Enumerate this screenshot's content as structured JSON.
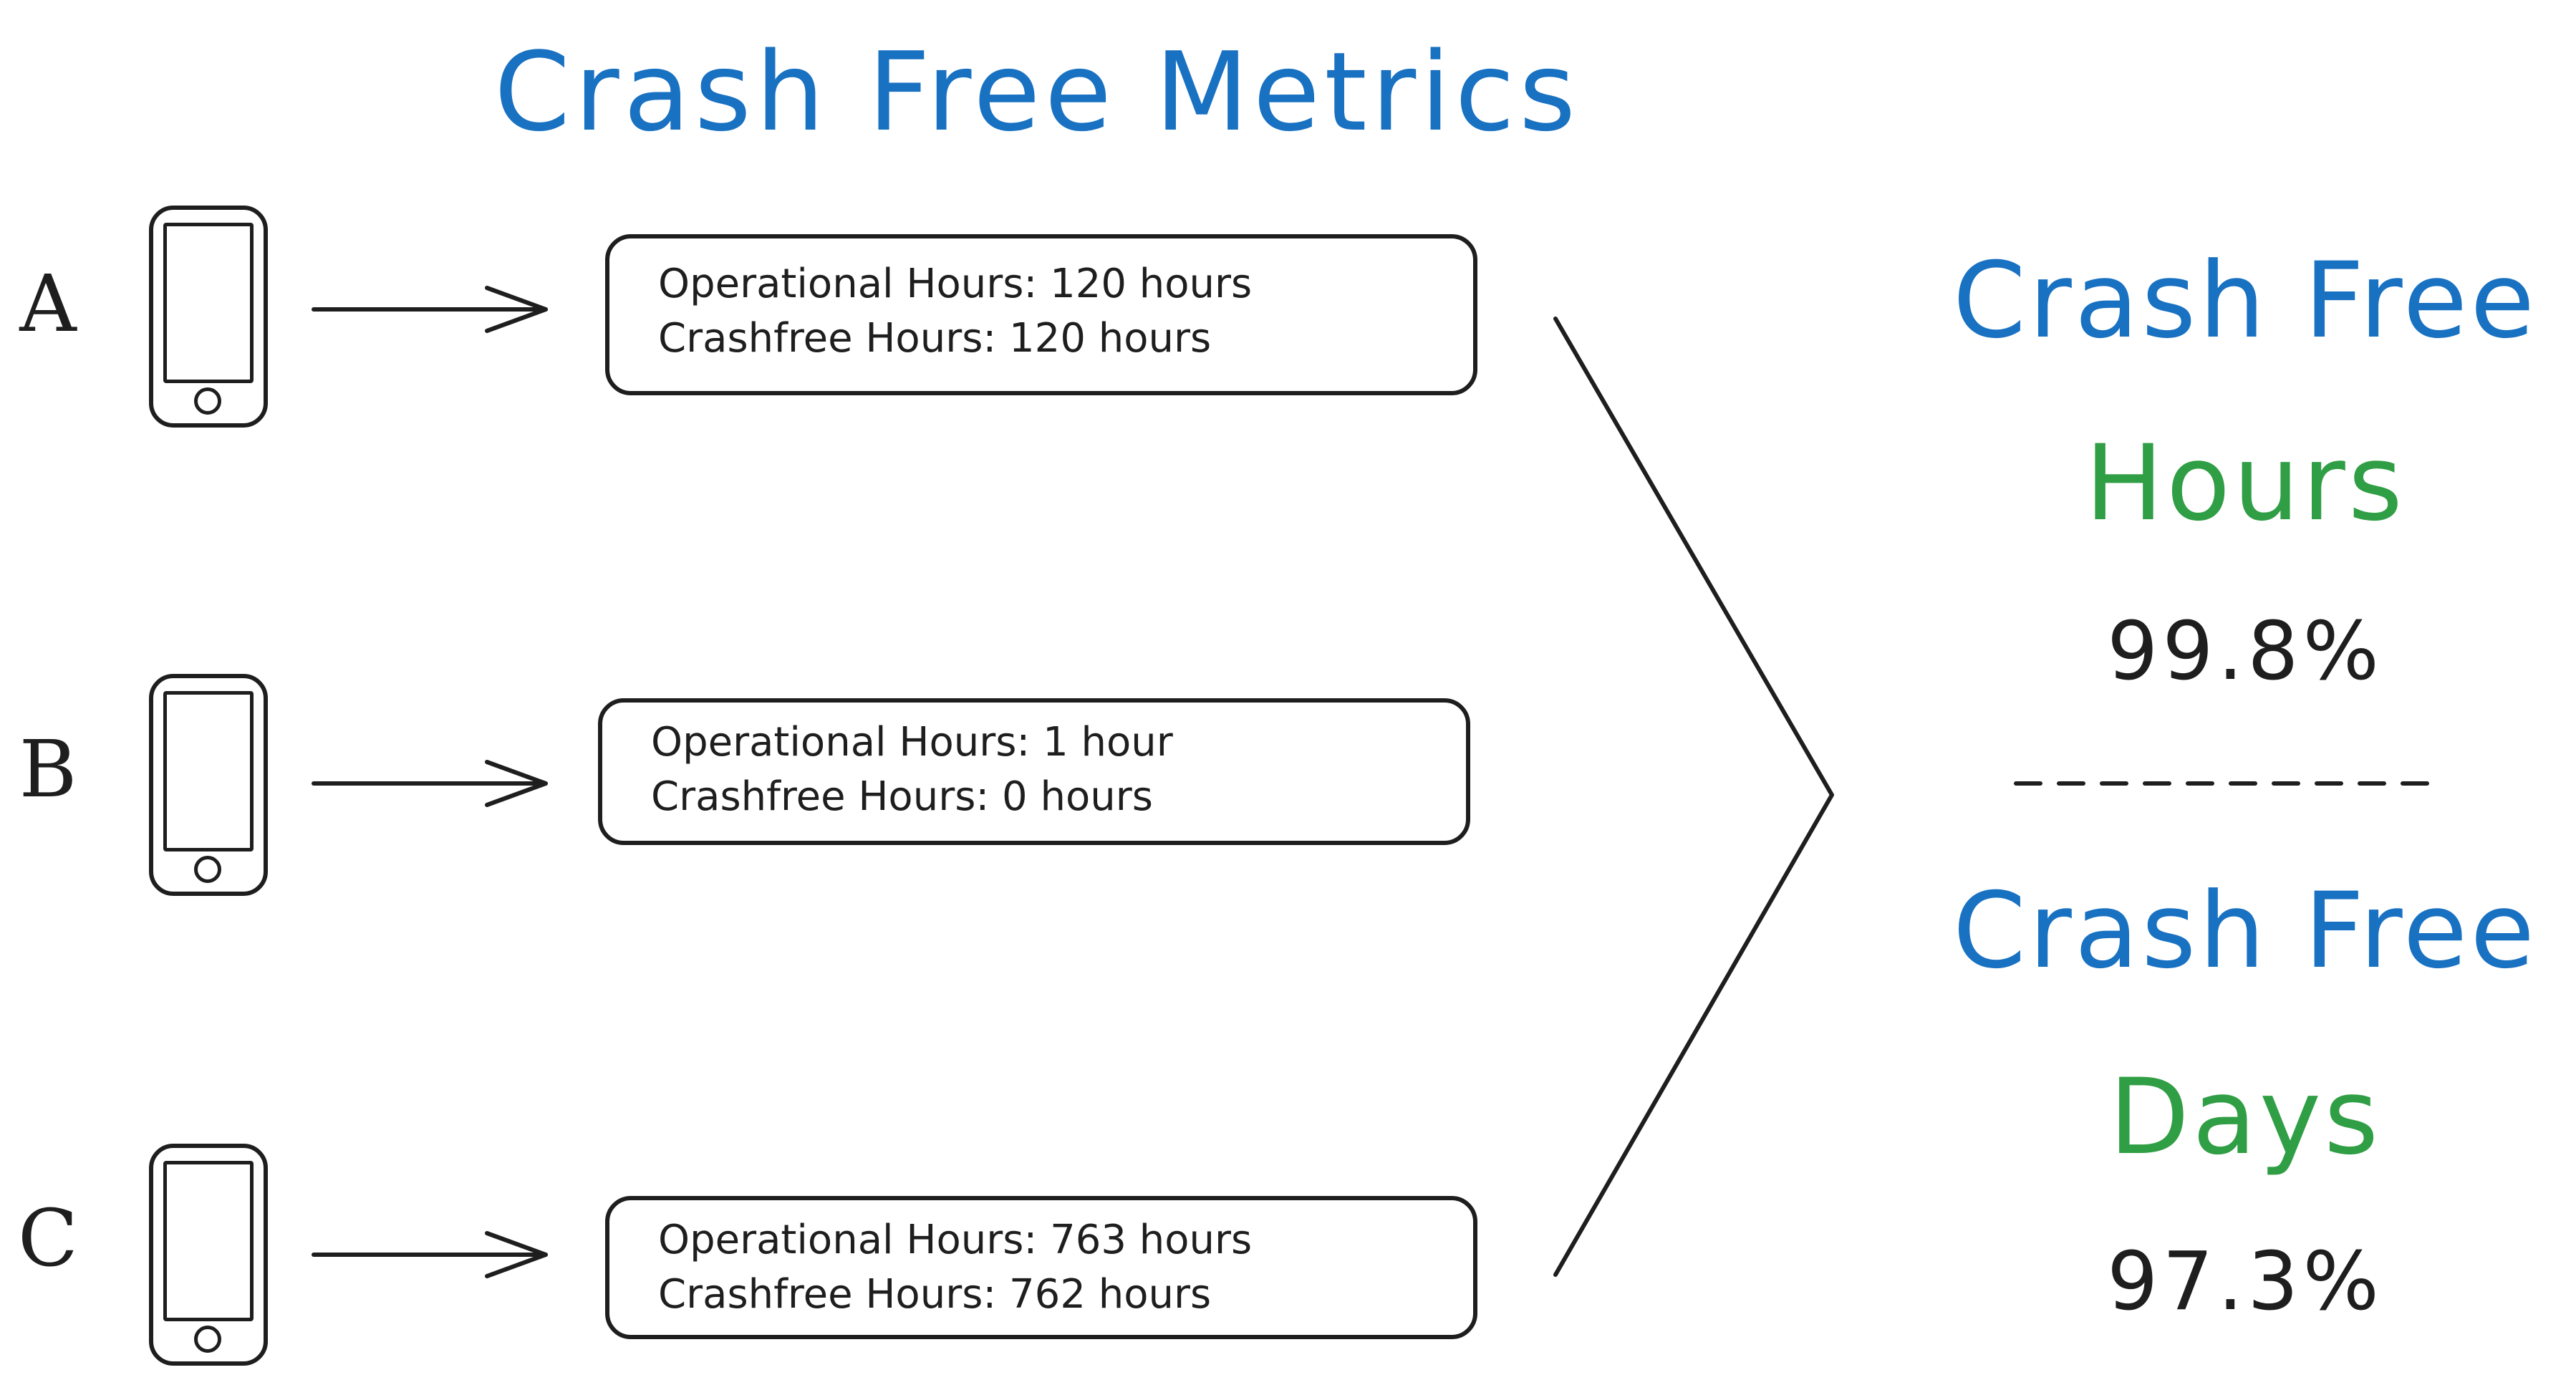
{
  "title": "Crash Free Metrics",
  "devices": [
    {
      "label": "A",
      "operational": "Operational Hours: 120 hours",
      "crashfree": "Crashfree Hours: 120 hours"
    },
    {
      "label": "B",
      "operational": "Operational Hours: 1 hour",
      "crashfree": "Crashfree Hours: 0 hours"
    },
    {
      "label": "C",
      "operational": "Operational Hours: 763 hours",
      "crashfree": "Crashfree Hours: 762 hours"
    }
  ],
  "results": {
    "hours": {
      "heading": "Crash Free",
      "unit": "Hours",
      "value": "99.8%"
    },
    "days": {
      "heading": "Crash Free",
      "unit": "Days",
      "value": "97.3%"
    }
  },
  "colors": {
    "title": "#1971c2",
    "unit": "#2f9e44",
    "ink": "#1e1e1e"
  }
}
